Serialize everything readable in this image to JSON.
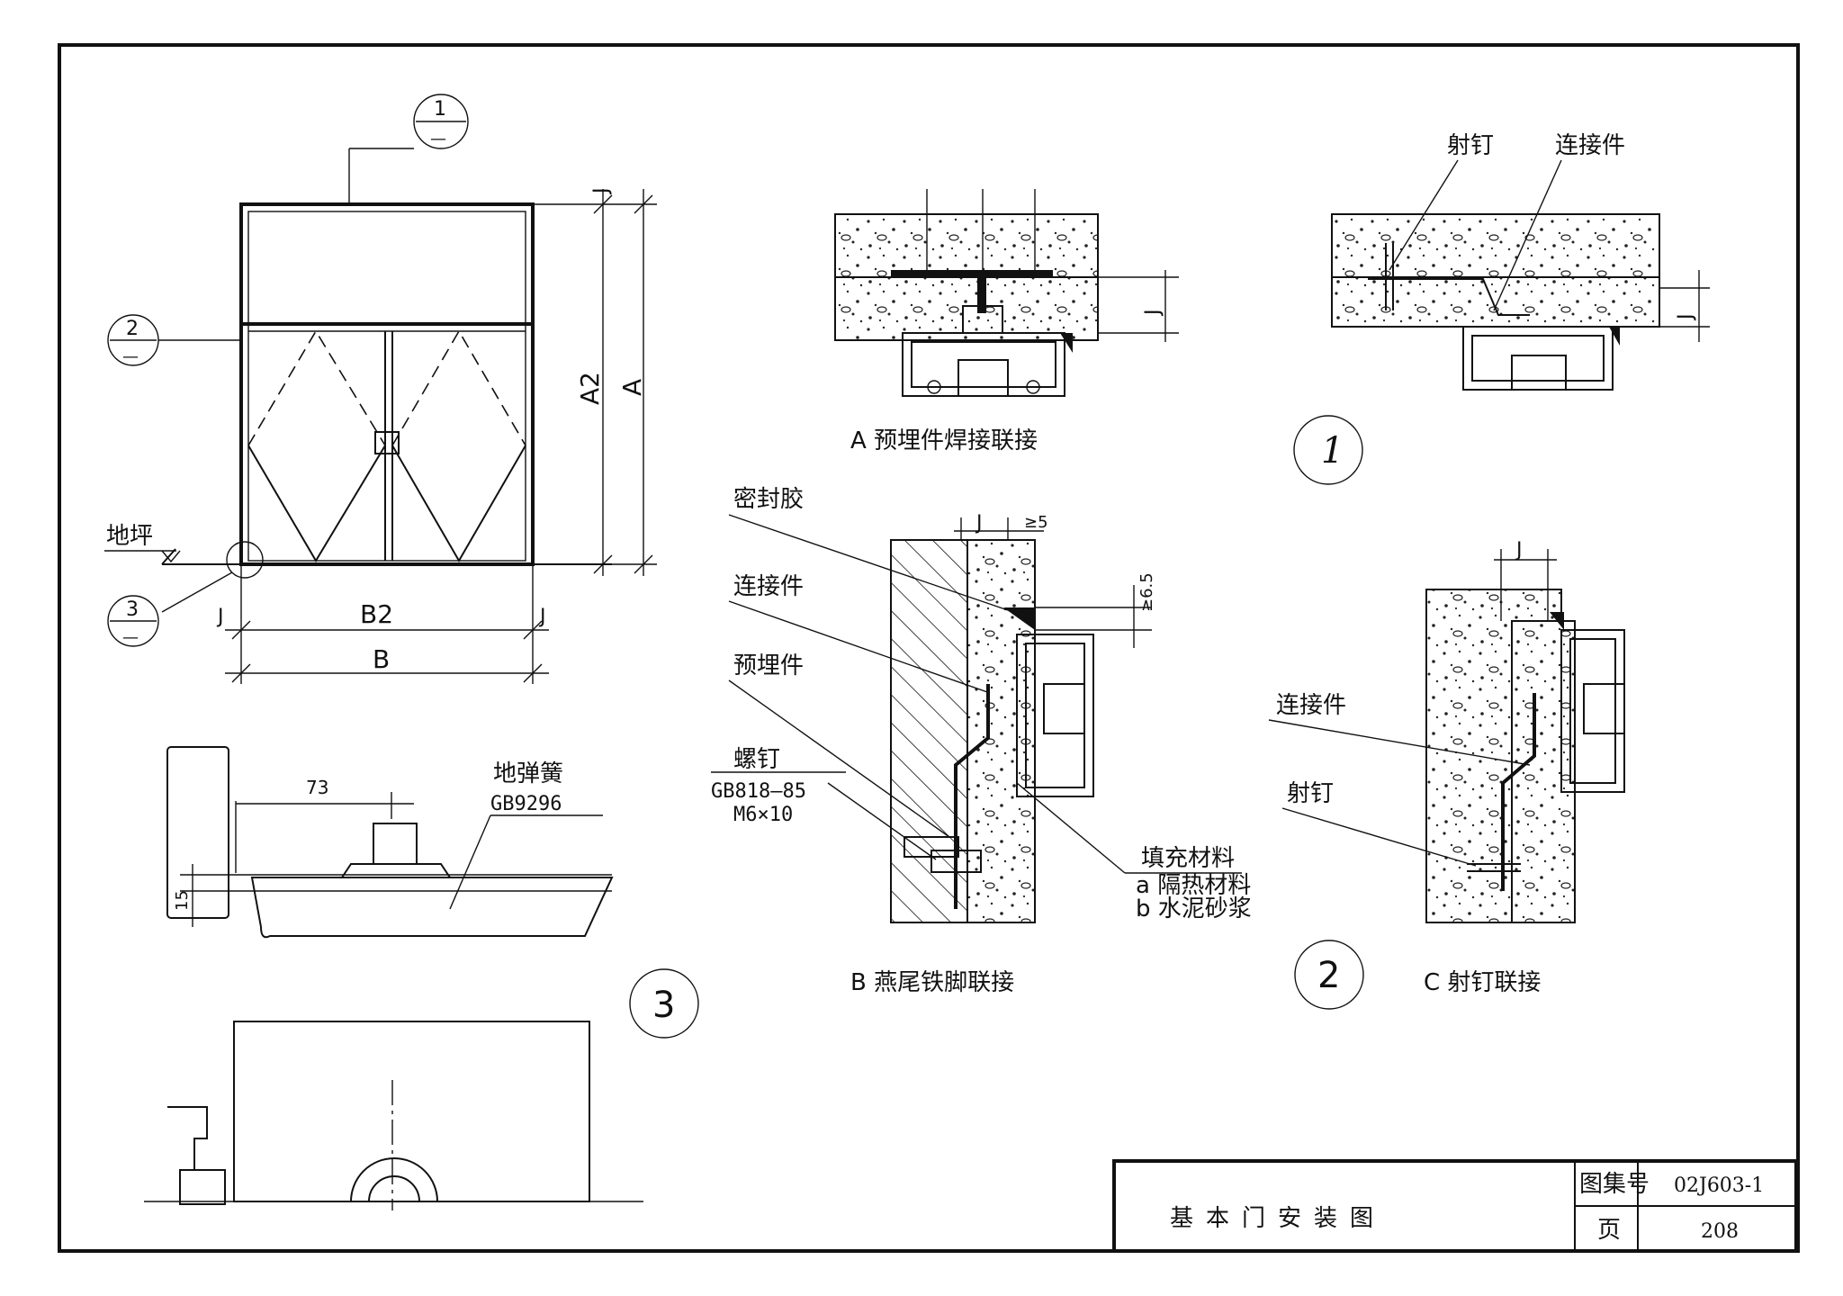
{
  "elevation": {
    "dim_A": "A",
    "dim_A2": "A2",
    "dim_B": "B",
    "dim_B2": "B2",
    "dim_J": "J",
    "floor_label": "地坪",
    "callout_1_num": "1",
    "callout_1_den": "—",
    "callout_2_num": "2",
    "callout_2_den": "—",
    "callout_3_num": "3",
    "callout_3_den": "—"
  },
  "detail_a": {
    "caption": "A 预埋件焊接联接",
    "dim_J": "J"
  },
  "detail_1": {
    "marker": "1",
    "label_shot_nail": "射钉",
    "label_connector": "连接件",
    "dim_J": "J"
  },
  "detail_b": {
    "caption": "B 燕尾铁脚联接",
    "label_sealant": "密封胶",
    "label_connector": "连接件",
    "label_embedded": "预埋件",
    "label_screw": "螺钉",
    "label_screw_std": "GB818—85",
    "label_screw_size": "M6×10",
    "label_fill": "填充材料",
    "label_fill_a": "a 隔热材料",
    "label_fill_b": "b 水泥砂浆",
    "dim_J": "J",
    "dim_5": "≥5",
    "dim_65": "≥6.5"
  },
  "detail_c": {
    "caption": "C 射钉联接",
    "marker": "2",
    "label_connector": "连接件",
    "label_shot_nail": "射钉",
    "dim_J": "J"
  },
  "detail_3": {
    "marker": "3",
    "label_spring": "地弹簧",
    "label_spring_std": "GB9296",
    "dim_73": "73",
    "dim_15": "15"
  },
  "title_block": {
    "title": "基本门安装图",
    "atlas_label": "图集号",
    "atlas_no": "02J603-1",
    "page_label": "页",
    "page_no": "208"
  }
}
